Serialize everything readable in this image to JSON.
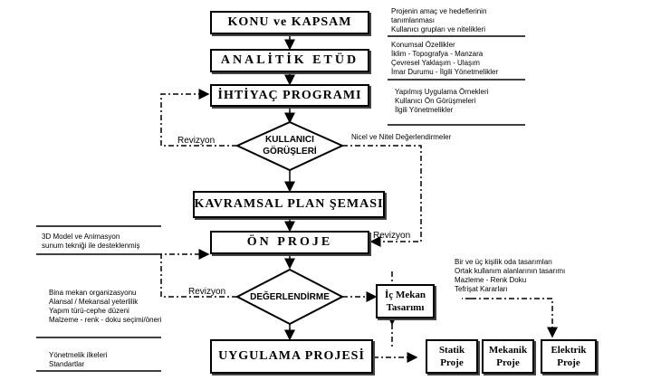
{
  "boxes": {
    "konu": "KONU ve KAPSAM",
    "analitik": "ANALİTİK ETÜD",
    "ihtiyac": "İHTİYAÇ PROGRAMI",
    "kavramsal": "KAVRAMSAL PLAN ŞEMASI",
    "onproje": "ÖN PROJE",
    "uygulama": "UYGULAMA PROJESİ"
  },
  "diamonds": {
    "kullanici_l1": "KULLANICI",
    "kullanici_l2": "GÖRÜŞLERİ",
    "degerlendirme": "DEĞERLENDİRME"
  },
  "side_boxes": {
    "ic_mekan_l1": "İç Mekan",
    "ic_mekan_l2": "Tasarımı",
    "statik_l1": "Statik",
    "statik_l2": "Proje",
    "mekanik_l1": "Mekanik",
    "mekanik_l2": "Proje",
    "elektrik_l1": "Elektrik",
    "elektrik_l2": "Proje"
  },
  "labels": {
    "revizyon1": "Revizyon",
    "revizyon2": "Revizyon",
    "revizyon3": "Revizyon",
    "nicel": "Nicel ve Nitel Değerlendirmeler"
  },
  "notes": {
    "konu": [
      "Projenin amaç ve hedeflerinin",
      "tanımlanması",
      "Kullanıcı grupları ve nitelikleri"
    ],
    "analitik": [
      "Konumsal Özellikler",
      "İklim - Topografya - Manzara",
      "Çevresel Yaklaşım - Ulaşım",
      "İmar Durumu - İlgili Yönetmelikler"
    ],
    "ihtiyac": [
      "Yapılmış Uygulama Örnekleri",
      "Kullanıcı Ön Görüşmeleri",
      "İlgili Yönetmelikler"
    ],
    "model": [
      "3D Model ve Animasyon",
      "sunum tekniği ile desteklenmiş"
    ],
    "bina": [
      "Bina mekan organizasyonu",
      "Alansal / Mekansal yeterlilik",
      "Yapım türü-cephe düzeni",
      "Malzeme - renk - doku seçimi/öneri"
    ],
    "yonetmelik": [
      "Yönetmelik ilkeleri",
      "Standartlar"
    ],
    "oda": [
      "Bir ve üç kişilik oda tasarımları",
      "Ortak kullanım alanlarının tasarımı",
      "Mazleme - Renk Doku",
      "Tefrişat Kararları"
    ]
  }
}
